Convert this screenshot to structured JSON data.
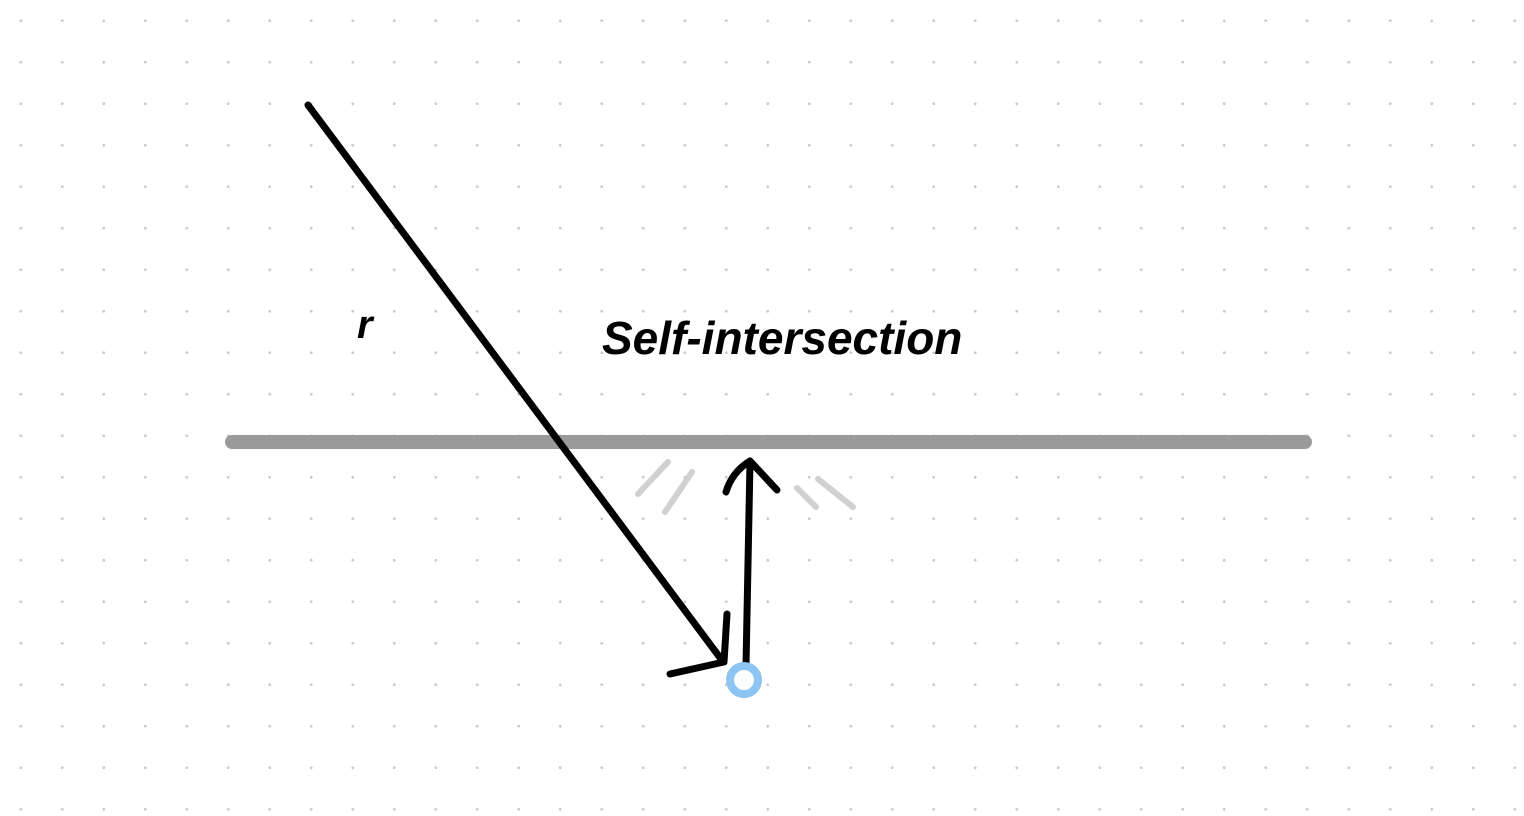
{
  "diagram": {
    "title": "Self-intersection",
    "ray_label": "r",
    "colors": {
      "ray": "#000000",
      "surface": "#9a9a9a",
      "hatch": "#d0d0d0",
      "hit_point": "#8cc4f3",
      "background_dots": "#c9c9c9"
    },
    "icons": {
      "incoming_arrowhead": "arrow-down-right",
      "outgoing_arrowhead": "arrow-up",
      "hit_point_marker": "hollow-circle"
    }
  }
}
